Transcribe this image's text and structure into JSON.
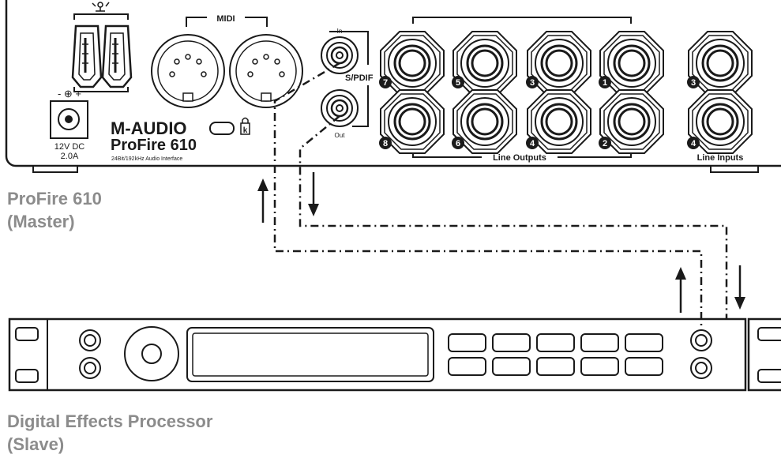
{
  "master": {
    "brand": "M-AUDIO",
    "model": "ProFire 610",
    "tagline": "24Bit/192kHz Audio Interface",
    "power_spec_line1": "12V DC",
    "power_spec_line2": "2.0A",
    "power_polarity": "- ⊕ +",
    "midi_label": "MIDI",
    "spdif_label": "S/PDIF",
    "spdif_in_label": "In",
    "spdif_out_label": "Out",
    "line_outputs_label": "Line Outputs",
    "line_inputs_label": "Line Inputs",
    "line_output_top_numbers": [
      "7",
      "5",
      "3",
      "1"
    ],
    "line_output_bottom_numbers": [
      "8",
      "6",
      "4",
      "2"
    ],
    "line_input_numbers": [
      "3",
      "4"
    ],
    "lock_icon_glyph": "k"
  },
  "captions": {
    "master_line1": "ProFire 610",
    "master_line2": "(Master)",
    "slave_line1": "Digital Effects Processor",
    "slave_line2": "(Slave)"
  },
  "colors": {
    "line": "#1a1a1a",
    "caption": "#8c8c8c",
    "device_fill": "#ffffff"
  }
}
